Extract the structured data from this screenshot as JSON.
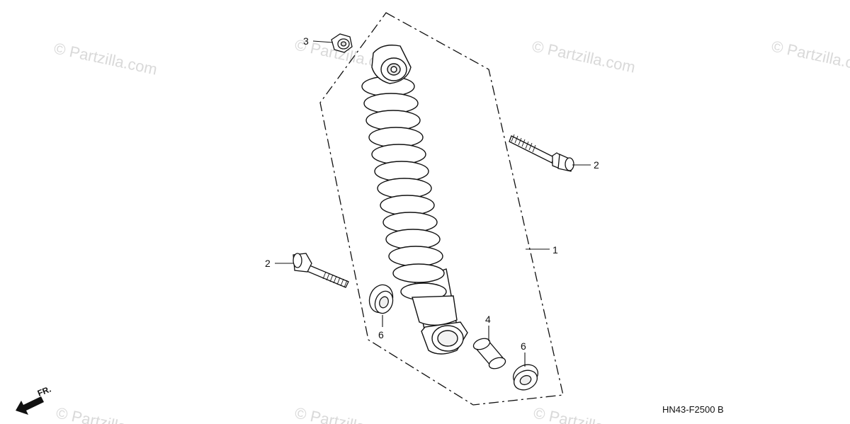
{
  "callouts": {
    "c1": "1",
    "c2a": "2",
    "c2b": "2",
    "c3": "3",
    "c4": "4",
    "c6a": "6",
    "c6b": "6"
  },
  "diagram_code": "HN43-F2500 B",
  "direction_label": "FR.",
  "watermark": "© Partzilla.com",
  "colors": {
    "line": "#111111",
    "watermark": "#d9d9d9"
  }
}
